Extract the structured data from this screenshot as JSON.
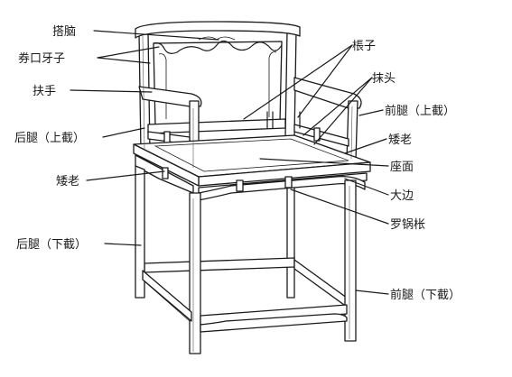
{
  "labels": {
    "top_rail": "搭脑",
    "arch_apron": "券口牙子",
    "armrest": "扶手",
    "back_leg_upper": "后腿（上截）",
    "short_post_left": "矮老",
    "back_leg_lower": "后腿（下截）",
    "guard_post": "棖子",
    "rail_end": "抹头",
    "front_leg_upper": "前腿（上截）",
    "short_post_right": "矮老",
    "seat_surface": "座面",
    "frame_edge": "大边",
    "luoguo_stretcher": "罗锅枨",
    "front_leg_lower": "前腿（下截）"
  },
  "colors": {
    "ink": "#1a1a1a",
    "paper": "#ffffff"
  }
}
